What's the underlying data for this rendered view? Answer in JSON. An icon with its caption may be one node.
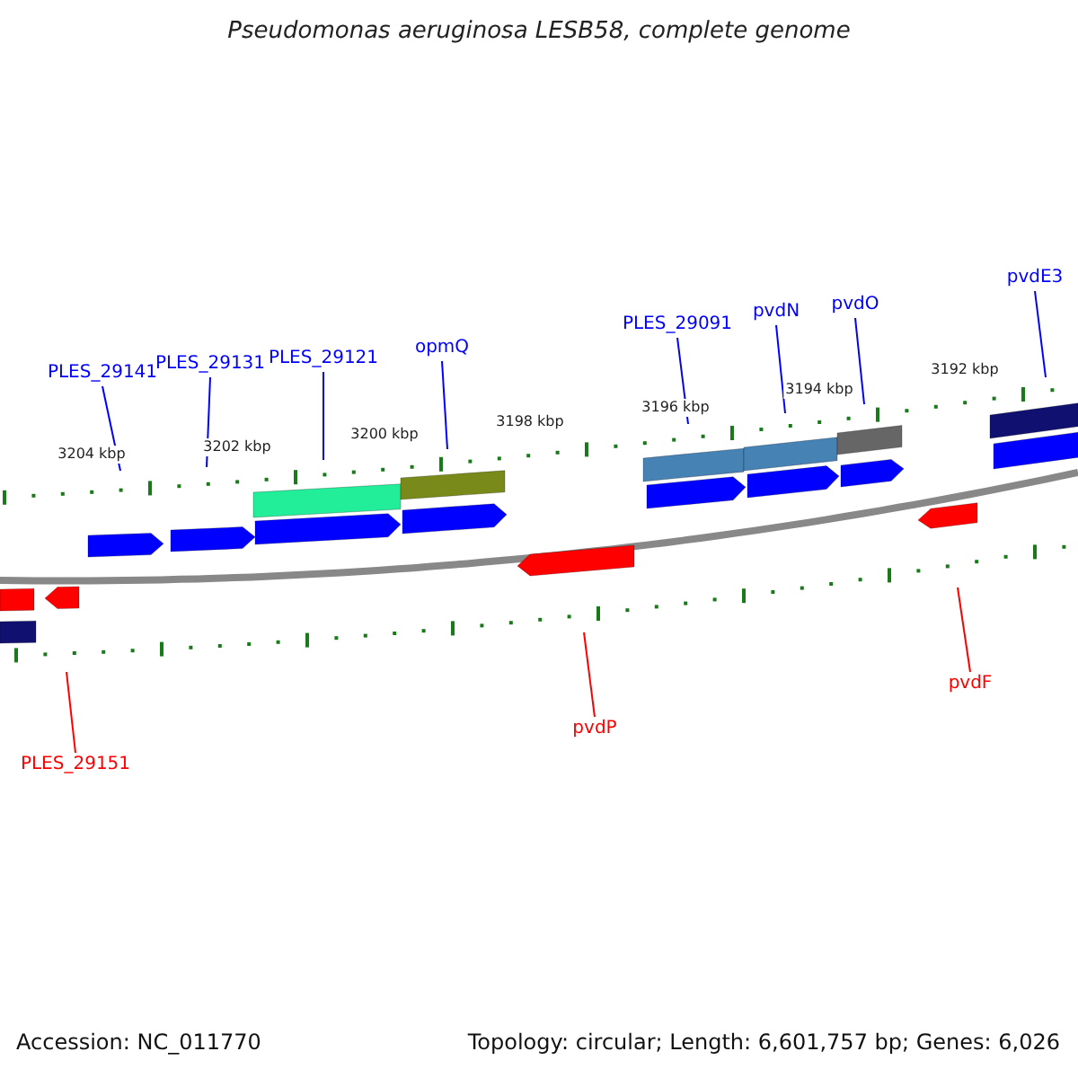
{
  "diagram": {
    "title": "Pseudomonas aeruginosa LESB58, complete genome",
    "nodes": [
      {
        "text": [
          "PLES_29141"
        ]
      },
      {
        "text": [
          "PLES_29131"
        ]
      },
      {
        "text": [
          "PLES_29121"
        ]
      },
      {
        "text": [
          "opmQ"
        ]
      },
      {
        "text": [
          "PLES_29091"
        ]
      },
      {
        "text": [
          "pvdN"
        ]
      },
      {
        "text": [
          "pvdO"
        ]
      },
      {
        "text": [
          "pvdE3"
        ]
      },
      {
        "text": [
          "PLES_29151"
        ]
      },
      {
        "text": [
          "pvdP"
        ]
      },
      {
        "text": [
          "pvdF"
        ]
      },
      {
        "text": [],
        "shape": "ring"
      },
      {
        "text": [],
        "shape": "ring"
      }
    ],
    "edges": [
      {
        "from": 0,
        "to": 11,
        "arrow": "none"
      },
      {
        "from": 1,
        "to": 11,
        "arrow": "none"
      },
      {
        "from": 2,
        "to": 11,
        "arrow": "none"
      },
      {
        "from": 3,
        "to": 11,
        "arrow": "none"
      },
      {
        "from": 4,
        "to": 11,
        "arrow": "none"
      },
      {
        "from": 5,
        "to": 11,
        "arrow": "none"
      },
      {
        "from": 6,
        "to": 11,
        "arrow": "none"
      },
      {
        "from": 7,
        "to": 11,
        "arrow": "none"
      },
      {
        "from": 8,
        "to": 12,
        "arrow": "none",
        "color": "#ff0000"
      },
      {
        "from": 9,
        "to": 12,
        "arrow": "none",
        "color": "#ff0000"
      },
      {
        "from": 10,
        "to": 12,
        "arrow": "none",
        "color": "#ff0000"
      }
    ],
    "labels": [
      "3204 kbp",
      "3202 kbp",
      "3200 kbp",
      "3198 kbp",
      "3196 kbp",
      "3194 kbp",
      "3192 kbp",
      "Accession: NC_011770",
      "Topology: circular; Length: 6,601,757 bp; Genes: 6,026"
    ]
  }
}
